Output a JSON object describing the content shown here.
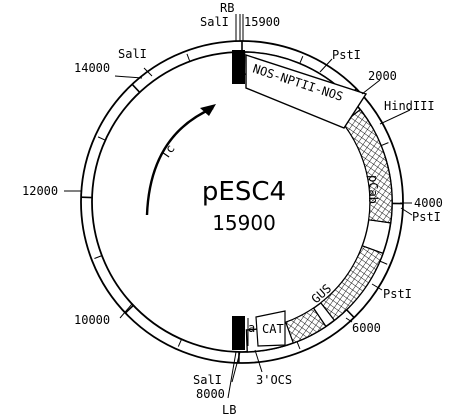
{
  "plasmid": {
    "name": "pESC4",
    "size_label": "15900",
    "total_bp": 15900
  },
  "markers": {
    "m0": "15900",
    "m2000": "2000",
    "m4000": "4000",
    "m6000": "6000",
    "m8000": "8000",
    "m10000": "10000",
    "m12000": "12000",
    "m14000": "14000"
  },
  "sites": {
    "rb": "RB",
    "sal_top": "SalI",
    "sal_14000": "SalI",
    "pst_1400": "PstI",
    "hind": "HindIII",
    "pst_4200": "PstI",
    "pst_6000": "PstI",
    "ocs": "3'OCS",
    "sal_bottom": "SalI",
    "lb": "LB"
  },
  "features": {
    "nptii": "NOS-NPTII-NOS",
    "pcab": "pCab",
    "gus": "GUS",
    "cat": "CAT",
    "a": "a",
    "tc": "Tc"
  },
  "colors": {
    "ink": "#000000",
    "paper": "#ffffff"
  }
}
